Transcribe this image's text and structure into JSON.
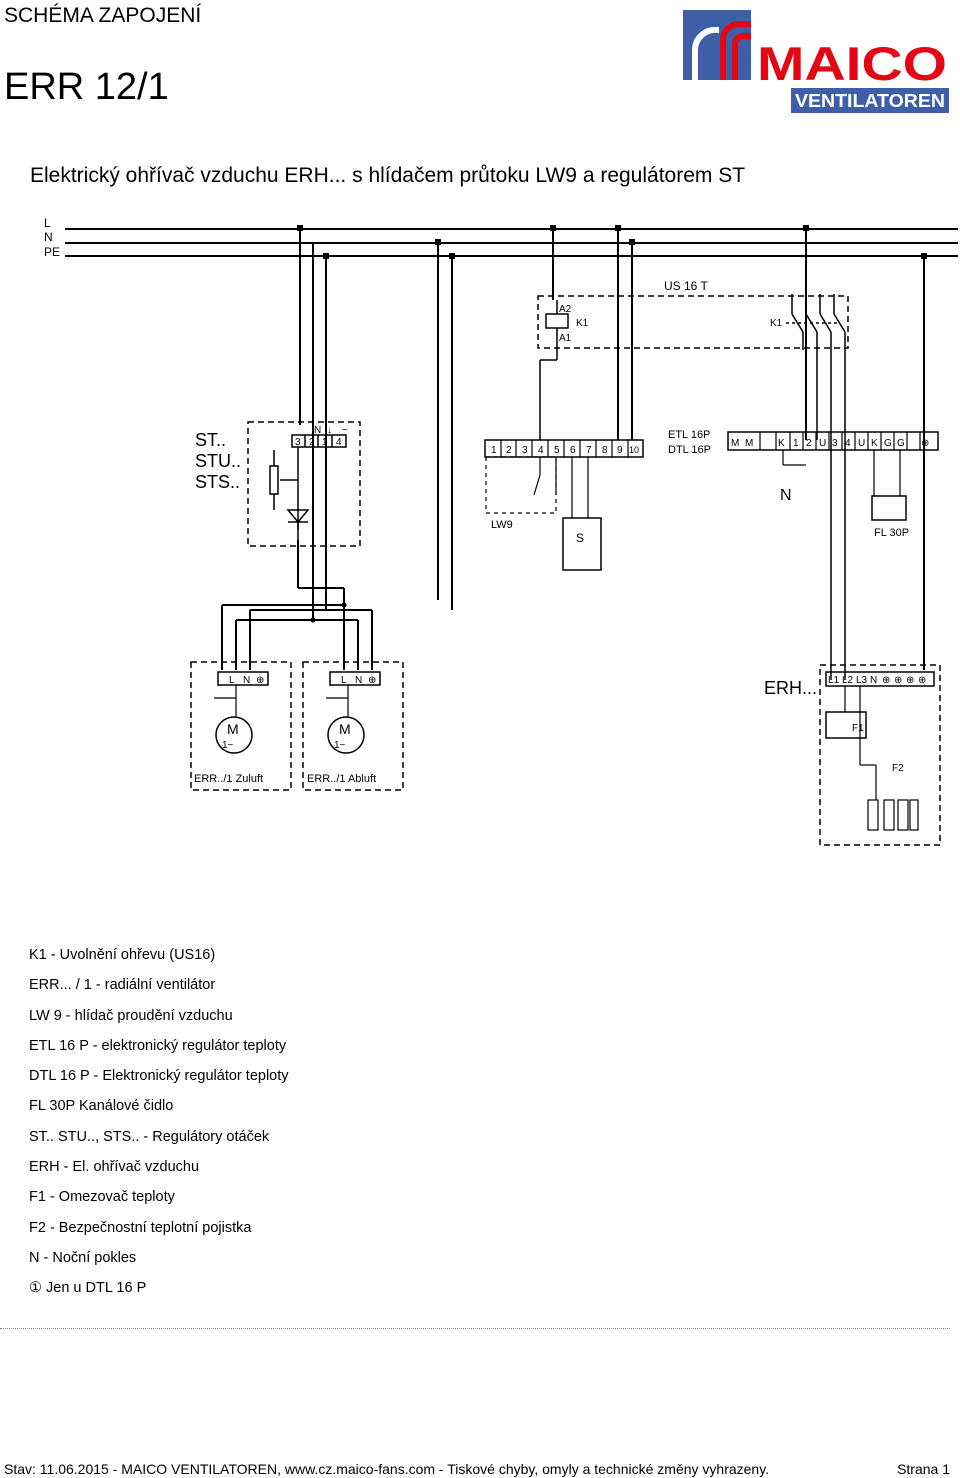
{
  "header": {
    "kicker": "SCHÉMA ZAPOJENÍ",
    "title": "ERR 12/1",
    "subtitle": "Elektrický ohřívač vzduchu ERH... s hlídačem průtoku LW9 a regulátorem ST"
  },
  "logo": {
    "brand": "MAICO",
    "tagline": "VENTILATOREN",
    "colors": {
      "red": "#e30613",
      "blue": "#3e5ea8"
    }
  },
  "diagram": {
    "lines": [
      "L",
      "N",
      "PE"
    ],
    "us16_label": "US 16 T",
    "coil_top": "A2",
    "coil_bottom": "A1",
    "coil_name": "K1",
    "contacts_name": "K1",
    "st_names": [
      "ST..",
      "STU..",
      "STS.."
    ],
    "st_terminals": [
      "3",
      "2",
      "1",
      "4"
    ],
    "st_symbols": [
      "N",
      "↓",
      "~"
    ],
    "lw9_terminals": [
      "1",
      "2",
      "3",
      "4",
      "5",
      "6",
      "7",
      "8",
      "9",
      "10"
    ],
    "lw9_label": "LW9",
    "sensor_s": "S",
    "etl_label_1": "ETL 16P",
    "etl_label_2": "DTL 16P",
    "etl_terminals": [
      "M",
      "M",
      "K",
      "1",
      "2",
      "U",
      "3",
      "4",
      "U",
      "K",
      "G",
      "G",
      "⊕"
    ],
    "night_label": "N",
    "fl30p_label": "FL 30P",
    "fan_terminals": [
      "L",
      "N",
      "⊕"
    ],
    "fan_supply_label": "ERR../1 Zuluft",
    "fan_exhaust_label": "ERR../1 Abluft",
    "motor_letter": "M",
    "motor_phase": "1~",
    "erh_label": "ERH...",
    "erh_terminals": [
      "L1",
      "L2",
      "L3",
      "N",
      "⊕",
      "⊕",
      "⊕",
      "⊕"
    ],
    "f1_label": "F1",
    "f2_label": "F2"
  },
  "legend": [
    "K1 - Uvolnění ohřevu (US16)",
    "ERR... / 1 - radiální ventilátor",
    "LW 9 - hlídač proudění vzduchu",
    "ETL 16 P - elektronický regulátor teploty",
    "DTL 16 P - Elektronický regulátor teploty",
    "FL 30P Kanálové čidlo",
    "ST.. STU.., STS.. - Regulátory otáček",
    "ERH - El. ohřívač vzduchu",
    "F1 - Omezovač teploty",
    "F2 - Bezpečnostní teplotní pojistka",
    "N - Noční pokles",
    "① Jen u DTL 16 P"
  ],
  "footer": {
    "left": "Stav: 11.06.2015 - MAICO VENTILATOREN, www.cz.maico-fans.com - Tiskové chyby, omyly a technické změny vyhrazeny.",
    "right": "Strana 1"
  }
}
